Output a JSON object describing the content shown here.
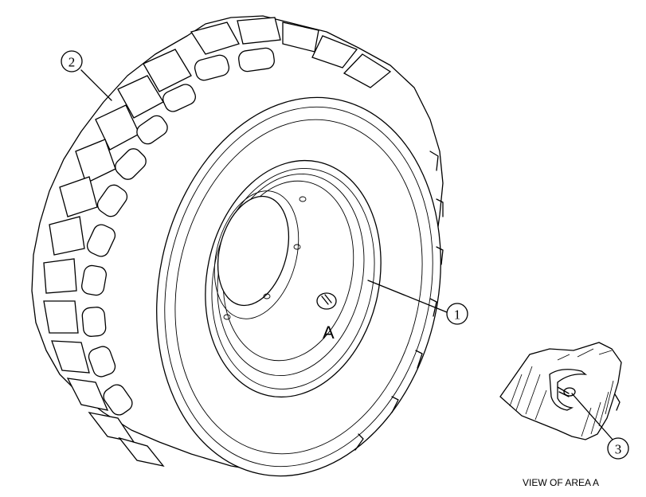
{
  "callouts": [
    {
      "id": "1",
      "label": "1"
    },
    {
      "id": "2",
      "label": "2"
    },
    {
      "id": "3",
      "label": "3"
    }
  ],
  "area_marker": "A",
  "view_caption": "VIEW OF AREA A",
  "colors": {
    "line": "#000000",
    "background": "#ffffff"
  }
}
